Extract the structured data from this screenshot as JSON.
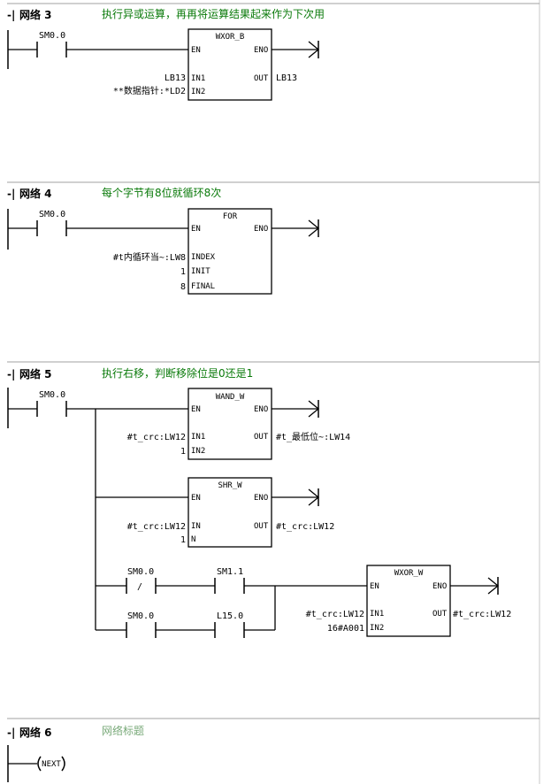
{
  "networks": [
    {
      "label": "网络 3",
      "comment": "执行异或运算，再再将运算结果起来作为下次用",
      "contact": "SM0.0",
      "block": {
        "name": "WXOR_B",
        "en": "EN",
        "eno": "ENO",
        "in1": "IN1",
        "in2": "IN2",
        "out": "OUT",
        "in1_operand": "LB13",
        "in2_operand": "**数据指针:*LD2",
        "out_operand": "LB13"
      }
    },
    {
      "label": "网络 4",
      "comment": "每个字节有8位就循环8次",
      "contact": "SM0.0",
      "block": {
        "name": "FOR",
        "en": "EN",
        "eno": "ENO",
        "index": "INDEX",
        "init": "INIT",
        "final": "FINAL",
        "index_operand": "#t内循环当~:LW8",
        "init_operand": "1",
        "final_operand": "8"
      }
    },
    {
      "label": "网络 5",
      "comment": "执行右移，判断移除位是0还是1",
      "contact": "SM0.0",
      "wand_block": {
        "name": "WAND_W",
        "en": "EN",
        "eno": "ENO",
        "in1": "IN1",
        "in2": "IN2",
        "out": "OUT",
        "in1_operand": "#t_crc:LW12",
        "in2_operand": "1",
        "out_operand": "#t_最低位~:LW14"
      },
      "shr_block": {
        "name": "SHR_W",
        "en": "EN",
        "eno": "ENO",
        "in": "IN",
        "n": "N",
        "out": "OUT",
        "in_operand": "#t_crc:LW12",
        "n_operand": "1",
        "out_operand": "#t_crc:LW12"
      },
      "branch_a": {
        "contact1": "SM0.0",
        "contact1_symbol": "/",
        "contact2": "SM1.1"
      },
      "branch_b": {
        "contact1": "SM0.0",
        "contact2": "L15.0"
      },
      "wxor_block": {
        "name": "WXOR_W",
        "en": "EN",
        "eno": "ENO",
        "in1": "IN1",
        "in2": "IN2",
        "out": "OUT",
        "in1_operand": "#t_crc:LW12",
        "in2_operand": "16#A001",
        "out_operand": "#t_crc:LW12"
      }
    },
    {
      "label": "网络 6",
      "comment": "网络标题",
      "coil": "NEXT"
    }
  ]
}
